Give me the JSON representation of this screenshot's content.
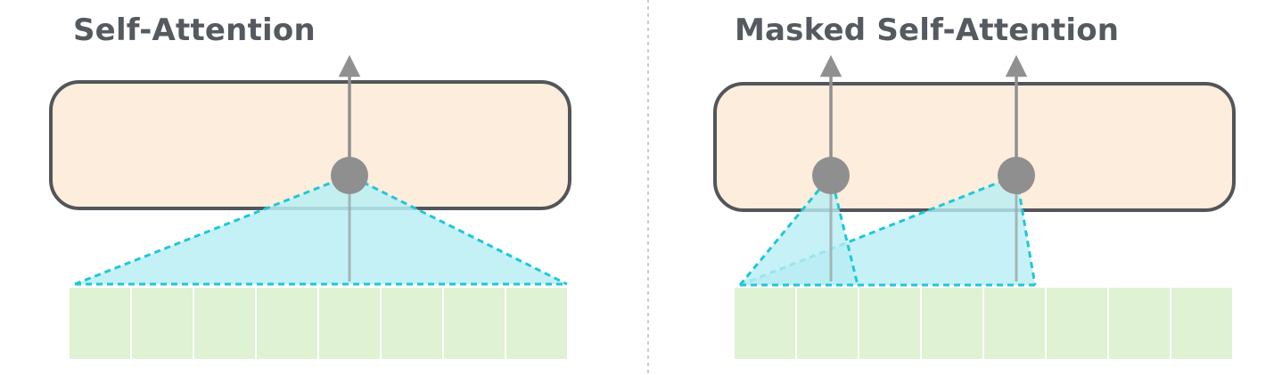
{
  "panels": [
    {
      "title": "Self-Attention",
      "masked": false
    },
    {
      "title": "Masked Self-Attention",
      "masked": true
    }
  ],
  "colors": {
    "title": "#555a60",
    "box_fill": "#fdeddc",
    "box_stroke": "#52565b",
    "token_fill": "#dff2d4",
    "attention_fill": "#b8eef4",
    "attention_stroke": "#1ec8d6",
    "arrow": "#909090",
    "divider": "#c8c8c8"
  },
  "token_count_per_panel": 8
}
